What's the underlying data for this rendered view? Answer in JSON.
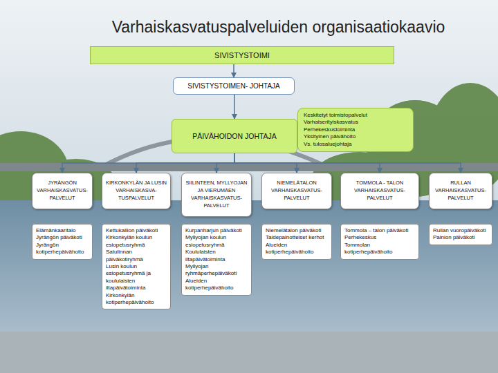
{
  "diagram": {
    "title": "Varhaiskasvatuspalveluiden organisaatiokaavio",
    "nodes": [
      {
        "text": [
          "SIVISTYSTOIMI"
        ]
      },
      {
        "text": [
          "SIVISTYSTOIMEN- JOHTAJA"
        ]
      },
      {
        "text": [
          "PÄIVÄHOIDON JOHTAJA"
        ]
      },
      {
        "text": [
          "Keskitetyt toimistopalvelut",
          "Varhaiserityiskasvatus",
          "Perhekeskustoiminta",
          "Yksityinen päivähoito",
          "Vs. tulosaluejohtaja"
        ]
      },
      {
        "text": [
          "JYRÄNGÖN VARHAISKASVATUS- PALVELUT"
        ]
      },
      {
        "text": [
          "KIRKONKYLÄN JA LUSIN VARHAISKASVA- TUSPALVELUT"
        ]
      },
      {
        "text": [
          "SIILINTEEN, MYLLYOJAN JA VIERUMÄEN VARHAISKASVATUS- PALVELUT"
        ]
      },
      {
        "text": [
          "NIEMELÄTALON VARHAISKASVATUS- PALVELUT"
        ]
      },
      {
        "text": [
          "TOMMOLA - TALON VARHAISKASVATUS- PALVELUT"
        ]
      },
      {
        "text": [
          "RULLAN VARHAISKASVATUS- PALVELUT"
        ]
      },
      {
        "text": [
          "Elämänkaaritalo",
          "Jyrängön päiväkoti",
          "Jyrängön kotiperhepäivähoito"
        ]
      },
      {
        "text": [
          "Kettukallion päiväkoti",
          "Kirkonkylän koulun esiopetusryhmä",
          "Satulinnan päiväkotiryhmä",
          "Lusin koulun esiopetusryhmä ja koululaisten iltapäivätoiminta",
          "Kirkonkylän kotiperhepäivähoito"
        ]
      },
      {
        "text": [
          "Kurpanharjun päiväkoti",
          "Myllyojan koulun esiopetusryhmä",
          "Koululaisten iltapäivätoiminta",
          "Myllyojan ryhmäperhepäiväkoti",
          "Alueiden kotiperhepäivähoito"
        ]
      },
      {
        "text": [
          "Niemelätalon päiväkoti",
          "Taidepainotteiset kerhot",
          "Alueiden kotiperhepäivähoito"
        ]
      },
      {
        "text": [
          "Tommola – talon päiväkoti",
          "Perhekeskus",
          "Tommolan kotiperhepäivähoito"
        ]
      },
      {
        "text": [
          "Rullan vuoropäiväkoti",
          "Painion päiväkoti"
        ]
      }
    ],
    "edges": [
      {
        "from": 0,
        "to": 1,
        "arrow": "to"
      },
      {
        "from": 1,
        "to": 2,
        "arrow": "to"
      },
      {
        "from": 2,
        "to": 4,
        "arrow": "to"
      },
      {
        "from": 2,
        "to": 5,
        "arrow": "to"
      },
      {
        "from": 2,
        "to": 6,
        "arrow": "to"
      },
      {
        "from": 2,
        "to": 7,
        "arrow": "to"
      },
      {
        "from": 2,
        "to": 8,
        "arrow": "to"
      },
      {
        "from": 2,
        "to": 9,
        "arrow": "to"
      }
    ]
  }
}
